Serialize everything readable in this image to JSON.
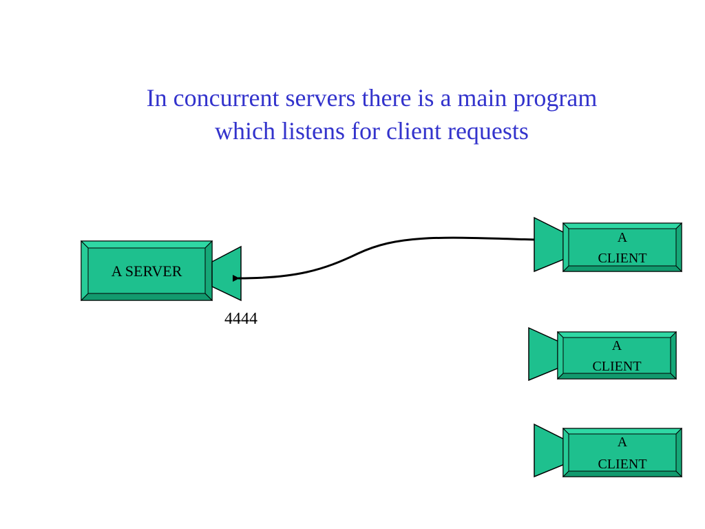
{
  "title": {
    "line1": "In concurrent servers there is a main program",
    "line2": "which listens for client requests"
  },
  "server": {
    "label": "A SERVER",
    "port": "4444"
  },
  "clients": [
    {
      "line1": "A",
      "line2": "CLIENT"
    },
    {
      "line1": "A",
      "line2": "CLIENT"
    },
    {
      "line1": "A",
      "line2": "CLIENT"
    }
  ],
  "colors": {
    "title": "#3333cc",
    "box_fill": "#1ec08e",
    "box_outline": "#000000",
    "connector": "#000000"
  }
}
